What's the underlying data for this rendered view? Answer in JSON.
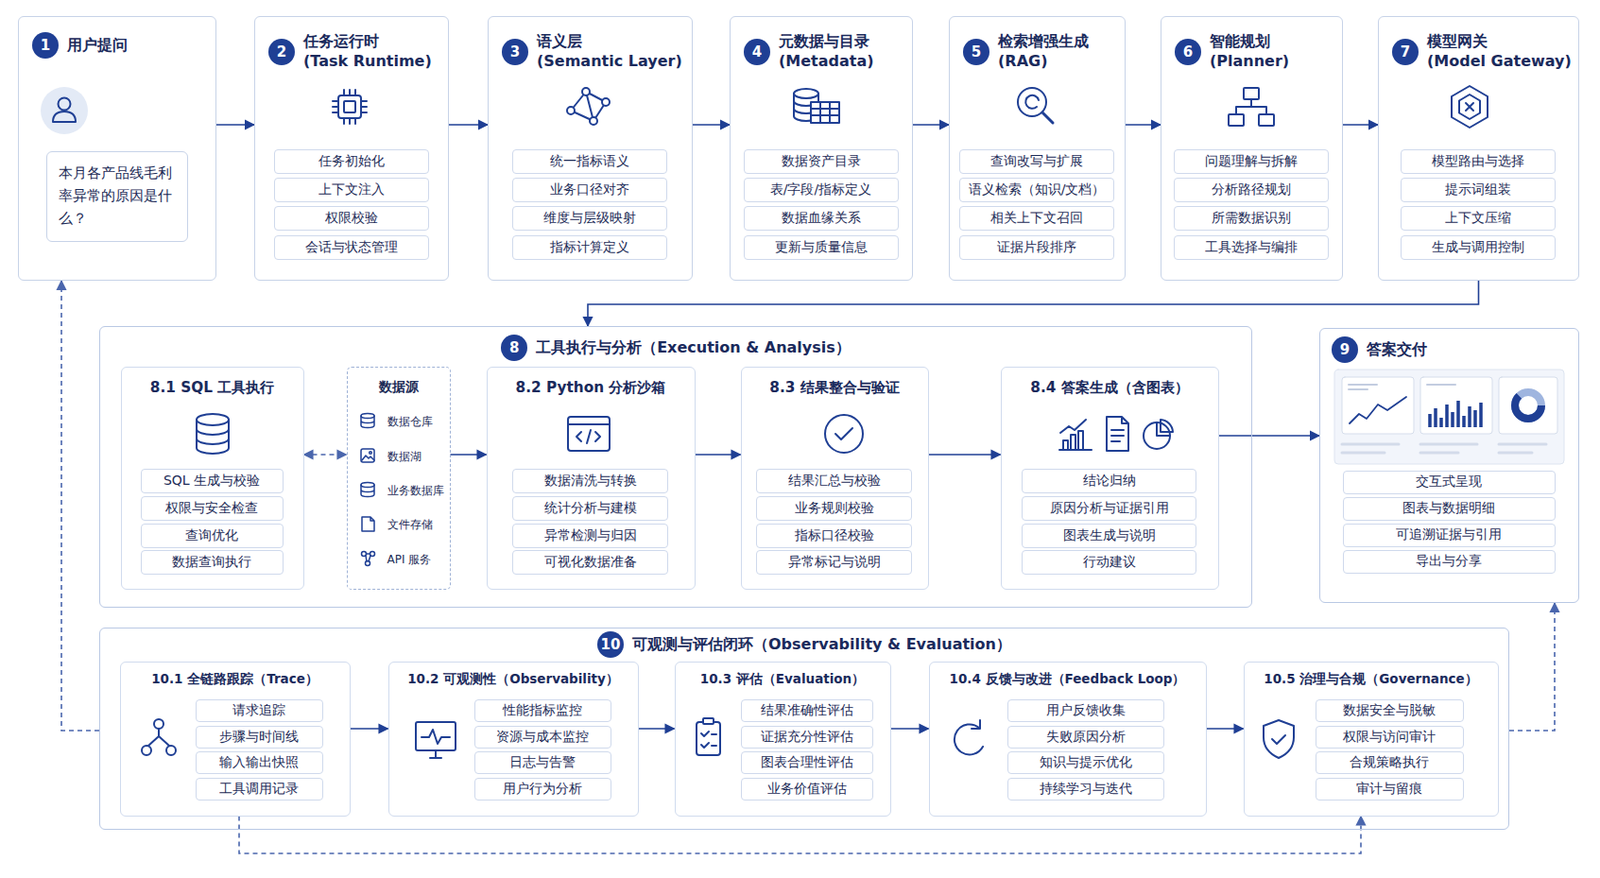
{
  "diagram": {
    "nodes": [
      {
        "text": [
          "1",
          "用户提问"
        ]
      },
      {
        "text": [
          "本月各产品线毛利率异常的原因是什么？"
        ],
        "in": 0
      },
      {
        "text": [
          "2",
          "任务运行时 (Task Runtime)"
        ]
      },
      {
        "text": [
          "任务初始化"
        ],
        "in": 2
      },
      {
        "text": [
          "上下文注入"
        ],
        "in": 2
      },
      {
        "text": [
          "权限校验"
        ],
        "in": 2
      },
      {
        "text": [
          "会话与状态管理"
        ],
        "in": 2
      },
      {
        "text": [
          "3",
          "语义层 (Semantic Layer)"
        ]
      },
      {
        "text": [
          "统一指标语义"
        ],
        "in": 7
      },
      {
        "text": [
          "业务口径对齐"
        ],
        "in": 7
      },
      {
        "text": [
          "维度与层级映射"
        ],
        "in": 7
      },
      {
        "text": [
          "指标计算定义"
        ],
        "in": 7
      },
      {
        "text": [
          "4",
          "元数据与目录 (Metadata)"
        ]
      },
      {
        "text": [
          "数据资产目录"
        ],
        "in": 12
      },
      {
        "text": [
          "表/字段/指标定义"
        ],
        "in": 12
      },
      {
        "text": [
          "数据血缘关系"
        ],
        "in": 12
      },
      {
        "text": [
          "更新与质量信息"
        ],
        "in": 12
      },
      {
        "text": [
          "5",
          "检索增强生成 (RAG)"
        ]
      },
      {
        "text": [
          "查询改写与扩展"
        ],
        "in": 17
      },
      {
        "text": [
          "语义检索（知识/文档）"
        ],
        "in": 17
      },
      {
        "text": [
          "相关上下文召回"
        ],
        "in": 17
      },
      {
        "text": [
          "证据片段排序"
        ],
        "in": 17
      },
      {
        "text": [
          "6",
          "智能规划 (Planner)"
        ]
      },
      {
        "text": [
          "问题理解与拆解"
        ],
        "in": 22
      },
      {
        "text": [
          "分析路径规划"
        ],
        "in": 22
      },
      {
        "text": [
          "所需数据识别"
        ],
        "in": 22
      },
      {
        "text": [
          "工具选择与编排"
        ],
        "in": 22
      },
      {
        "text": [
          "7",
          "模型网关 (Model Gateway)"
        ]
      },
      {
        "text": [
          "模型路由与选择"
        ],
        "in": 27
      },
      {
        "text": [
          "提示词组装"
        ],
        "in": 27
      },
      {
        "text": [
          "上下文压缩"
        ],
        "in": 27
      },
      {
        "text": [
          "生成与调用控制"
        ],
        "in": 27
      },
      {
        "text": [
          "8",
          "工具执行与分析（Execution & Analysis）"
        ]
      },
      {
        "text": [
          "8.1 SQL 工具执行"
        ],
        "in": 32
      },
      {
        "text": [
          "SQL 生成与校验"
        ],
        "in": 33
      },
      {
        "text": [
          "权限与安全检查"
        ],
        "in": 33
      },
      {
        "text": [
          "查询优化"
        ],
        "in": 33
      },
      {
        "text": [
          "数据查询执行"
        ],
        "in": 33
      },
      {
        "text": [
          "数据源",
          "数据仓库",
          "数据湖",
          "业务数据库",
          "文件存储",
          "API 服务"
        ],
        "in": 32
      },
      {
        "text": [
          "8.2 Python 分析沙箱"
        ],
        "in": 32
      },
      {
        "text": [
          "数据清洗与转换"
        ],
        "in": 39
      },
      {
        "text": [
          "统计分析与建模"
        ],
        "in": 39
      },
      {
        "text": [
          "异常检测与归因"
        ],
        "in": 39
      },
      {
        "text": [
          "可视化数据准备"
        ],
        "in": 39
      },
      {
        "text": [
          "8.3 结果整合与验证"
        ],
        "in": 32
      },
      {
        "text": [
          "结果汇总与校验"
        ],
        "in": 44
      },
      {
        "text": [
          "业务规则校验"
        ],
        "in": 44
      },
      {
        "text": [
          "指标口径校验"
        ],
        "in": 44
      },
      {
        "text": [
          "异常标记与说明"
        ],
        "in": 44
      },
      {
        "text": [
          "8.4 答案生成（含图表）"
        ],
        "in": 32
      },
      {
        "text": [
          "结论归纳"
        ],
        "in": 49
      },
      {
        "text": [
          "原因分析与证据引用"
        ],
        "in": 49
      },
      {
        "text": [
          "图表生成与说明"
        ],
        "in": 49
      },
      {
        "text": [
          "行动建议"
        ],
        "in": 49
      },
      {
        "text": [
          "9",
          "答案交付"
        ]
      },
      {
        "text": [
          "交互式呈现"
        ],
        "in": 54
      },
      {
        "text": [
          "图表与数据明细"
        ],
        "in": 54
      },
      {
        "text": [
          "可追溯证据与引用"
        ],
        "in": 54
      },
      {
        "text": [
          "导出与分享"
        ],
        "in": 54
      },
      {
        "text": [
          "10",
          "可观测与评估闭环（Observability & Evaluation）"
        ]
      },
      {
        "text": [
          "10.1 全链路跟踪（Trace）"
        ],
        "in": 59
      },
      {
        "text": [
          "请求追踪"
        ],
        "in": 60
      },
      {
        "text": [
          "步骤与时间线"
        ],
        "in": 60
      },
      {
        "text": [
          "输入输出快照"
        ],
        "in": 60
      },
      {
        "text": [
          "工具调用记录"
        ],
        "in": 60
      },
      {
        "text": [
          "10.2 可观测性（Observability）"
        ],
        "in": 59
      },
      {
        "text": [
          "性能指标监控"
        ],
        "in": 65
      },
      {
        "text": [
          "资源与成本监控"
        ],
        "in": 65
      },
      {
        "text": [
          "日志与告警"
        ],
        "in": 65
      },
      {
        "text": [
          "用户行为分析"
        ],
        "in": 65
      },
      {
        "text": [
          "10.3 评估（Evaluation）"
        ],
        "in": 59
      },
      {
        "text": [
          "结果准确性评估"
        ],
        "in": 70
      },
      {
        "text": [
          "证据充分性评估"
        ],
        "in": 70
      },
      {
        "text": [
          "图表合理性评估"
        ],
        "in": 70
      },
      {
        "text": [
          "业务价值评估"
        ],
        "in": 70
      },
      {
        "text": [
          "10.4 反馈与改进（Feedback Loop）"
        ],
        "in": 59
      },
      {
        "text": [
          "用户反馈收集"
        ],
        "in": 75
      },
      {
        "text": [
          "失败原因分析"
        ],
        "in": 75
      },
      {
        "text": [
          "知识与提示优化"
        ],
        "in": 75
      },
      {
        "text": [
          "持续学习与迭代"
        ],
        "in": 75
      },
      {
        "text": [
          "10.5 治理与合规（Governance）"
        ],
        "in": 59
      },
      {
        "text": [
          "数据安全与脱敏"
        ],
        "in": 80
      },
      {
        "text": [
          "权限与访问审计"
        ],
        "in": 80
      },
      {
        "text": [
          "合规策略执行"
        ],
        "in": 80
      },
      {
        "text": [
          "审计与留痕"
        ],
        "in": 80
      }
    ],
    "edges": [
      {
        "from": 0,
        "to": 2,
        "arrow": "to"
      },
      {
        "from": 2,
        "to": 7,
        "arrow": "to"
      },
      {
        "from": 7,
        "to": 12,
        "arrow": "to"
      },
      {
        "from": 12,
        "to": 17,
        "arrow": "to"
      },
      {
        "from": 17,
        "to": 22,
        "arrow": "to"
      },
      {
        "from": 22,
        "to": 27,
        "arrow": "to"
      },
      {
        "from": 27,
        "to": 32,
        "arrow": "to"
      },
      {
        "from": 33,
        "to": 38,
        "arrow": "both"
      },
      {
        "from": 38,
        "to": 39,
        "arrow": "to"
      },
      {
        "from": 39,
        "to": 44,
        "arrow": "to"
      },
      {
        "from": 44,
        "to": 49,
        "arrow": "to"
      },
      {
        "from": 49,
        "to": 54,
        "arrow": "to"
      },
      {
        "from": 60,
        "to": 65,
        "arrow": "to"
      },
      {
        "from": 65,
        "to": 70,
        "arrow": "to"
      },
      {
        "from": 70,
        "to": 75,
        "arrow": "to"
      },
      {
        "from": 75,
        "to": 80,
        "arrow": "to"
      },
      {
        "from": 59,
        "to": 0,
        "arrow": "to"
      },
      {
        "from": 59,
        "to": 54,
        "arrow": "to"
      },
      {
        "from": 60,
        "to": 80,
        "arrow": "to"
      }
    ]
  }
}
